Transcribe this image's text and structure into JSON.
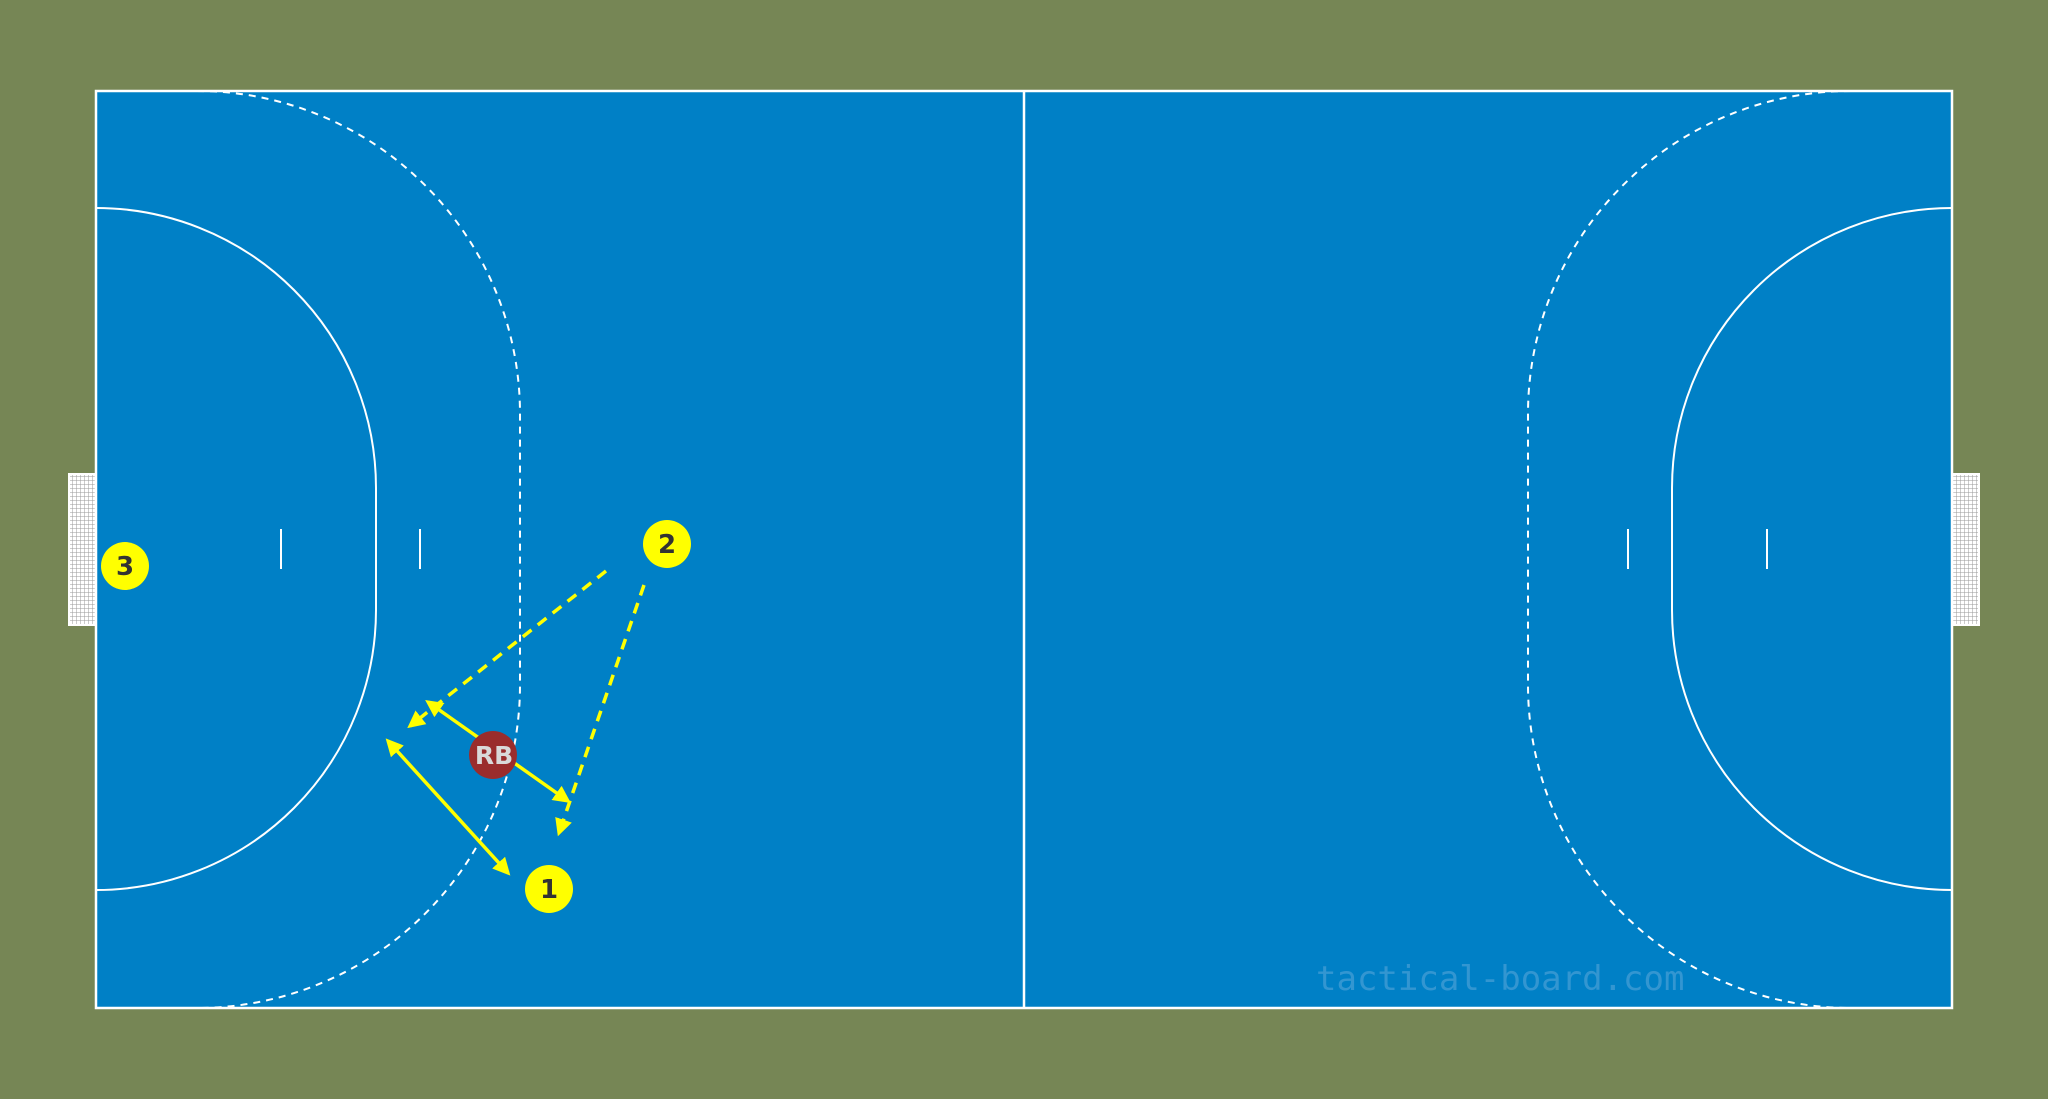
{
  "diagram": {
    "sport": "handball",
    "colors": {
      "surround": "#768655",
      "court": "#0080c6",
      "lines": "#ffffff",
      "attackers": "#ffff00",
      "attacker_text": "#333333",
      "defender": "#9a2c2c",
      "defender_text": "#d9d9d9",
      "movement": "#ffff00"
    },
    "players": [
      {
        "label": "1",
        "team": "attack"
      },
      {
        "label": "2",
        "team": "attack"
      },
      {
        "label": "3",
        "team": "attack"
      },
      {
        "label": "RB",
        "team": "defense"
      }
    ],
    "arrows": [
      {
        "style": "solid",
        "heads": "both",
        "between": "1 and area"
      },
      {
        "style": "solid",
        "heads": "both",
        "between": "RB moves"
      },
      {
        "style": "dashed",
        "heads": "end",
        "between": "pass from 2"
      },
      {
        "style": "dashed",
        "heads": "end",
        "between": "pass from 2"
      }
    ],
    "watermark": "tactical-board.com"
  }
}
